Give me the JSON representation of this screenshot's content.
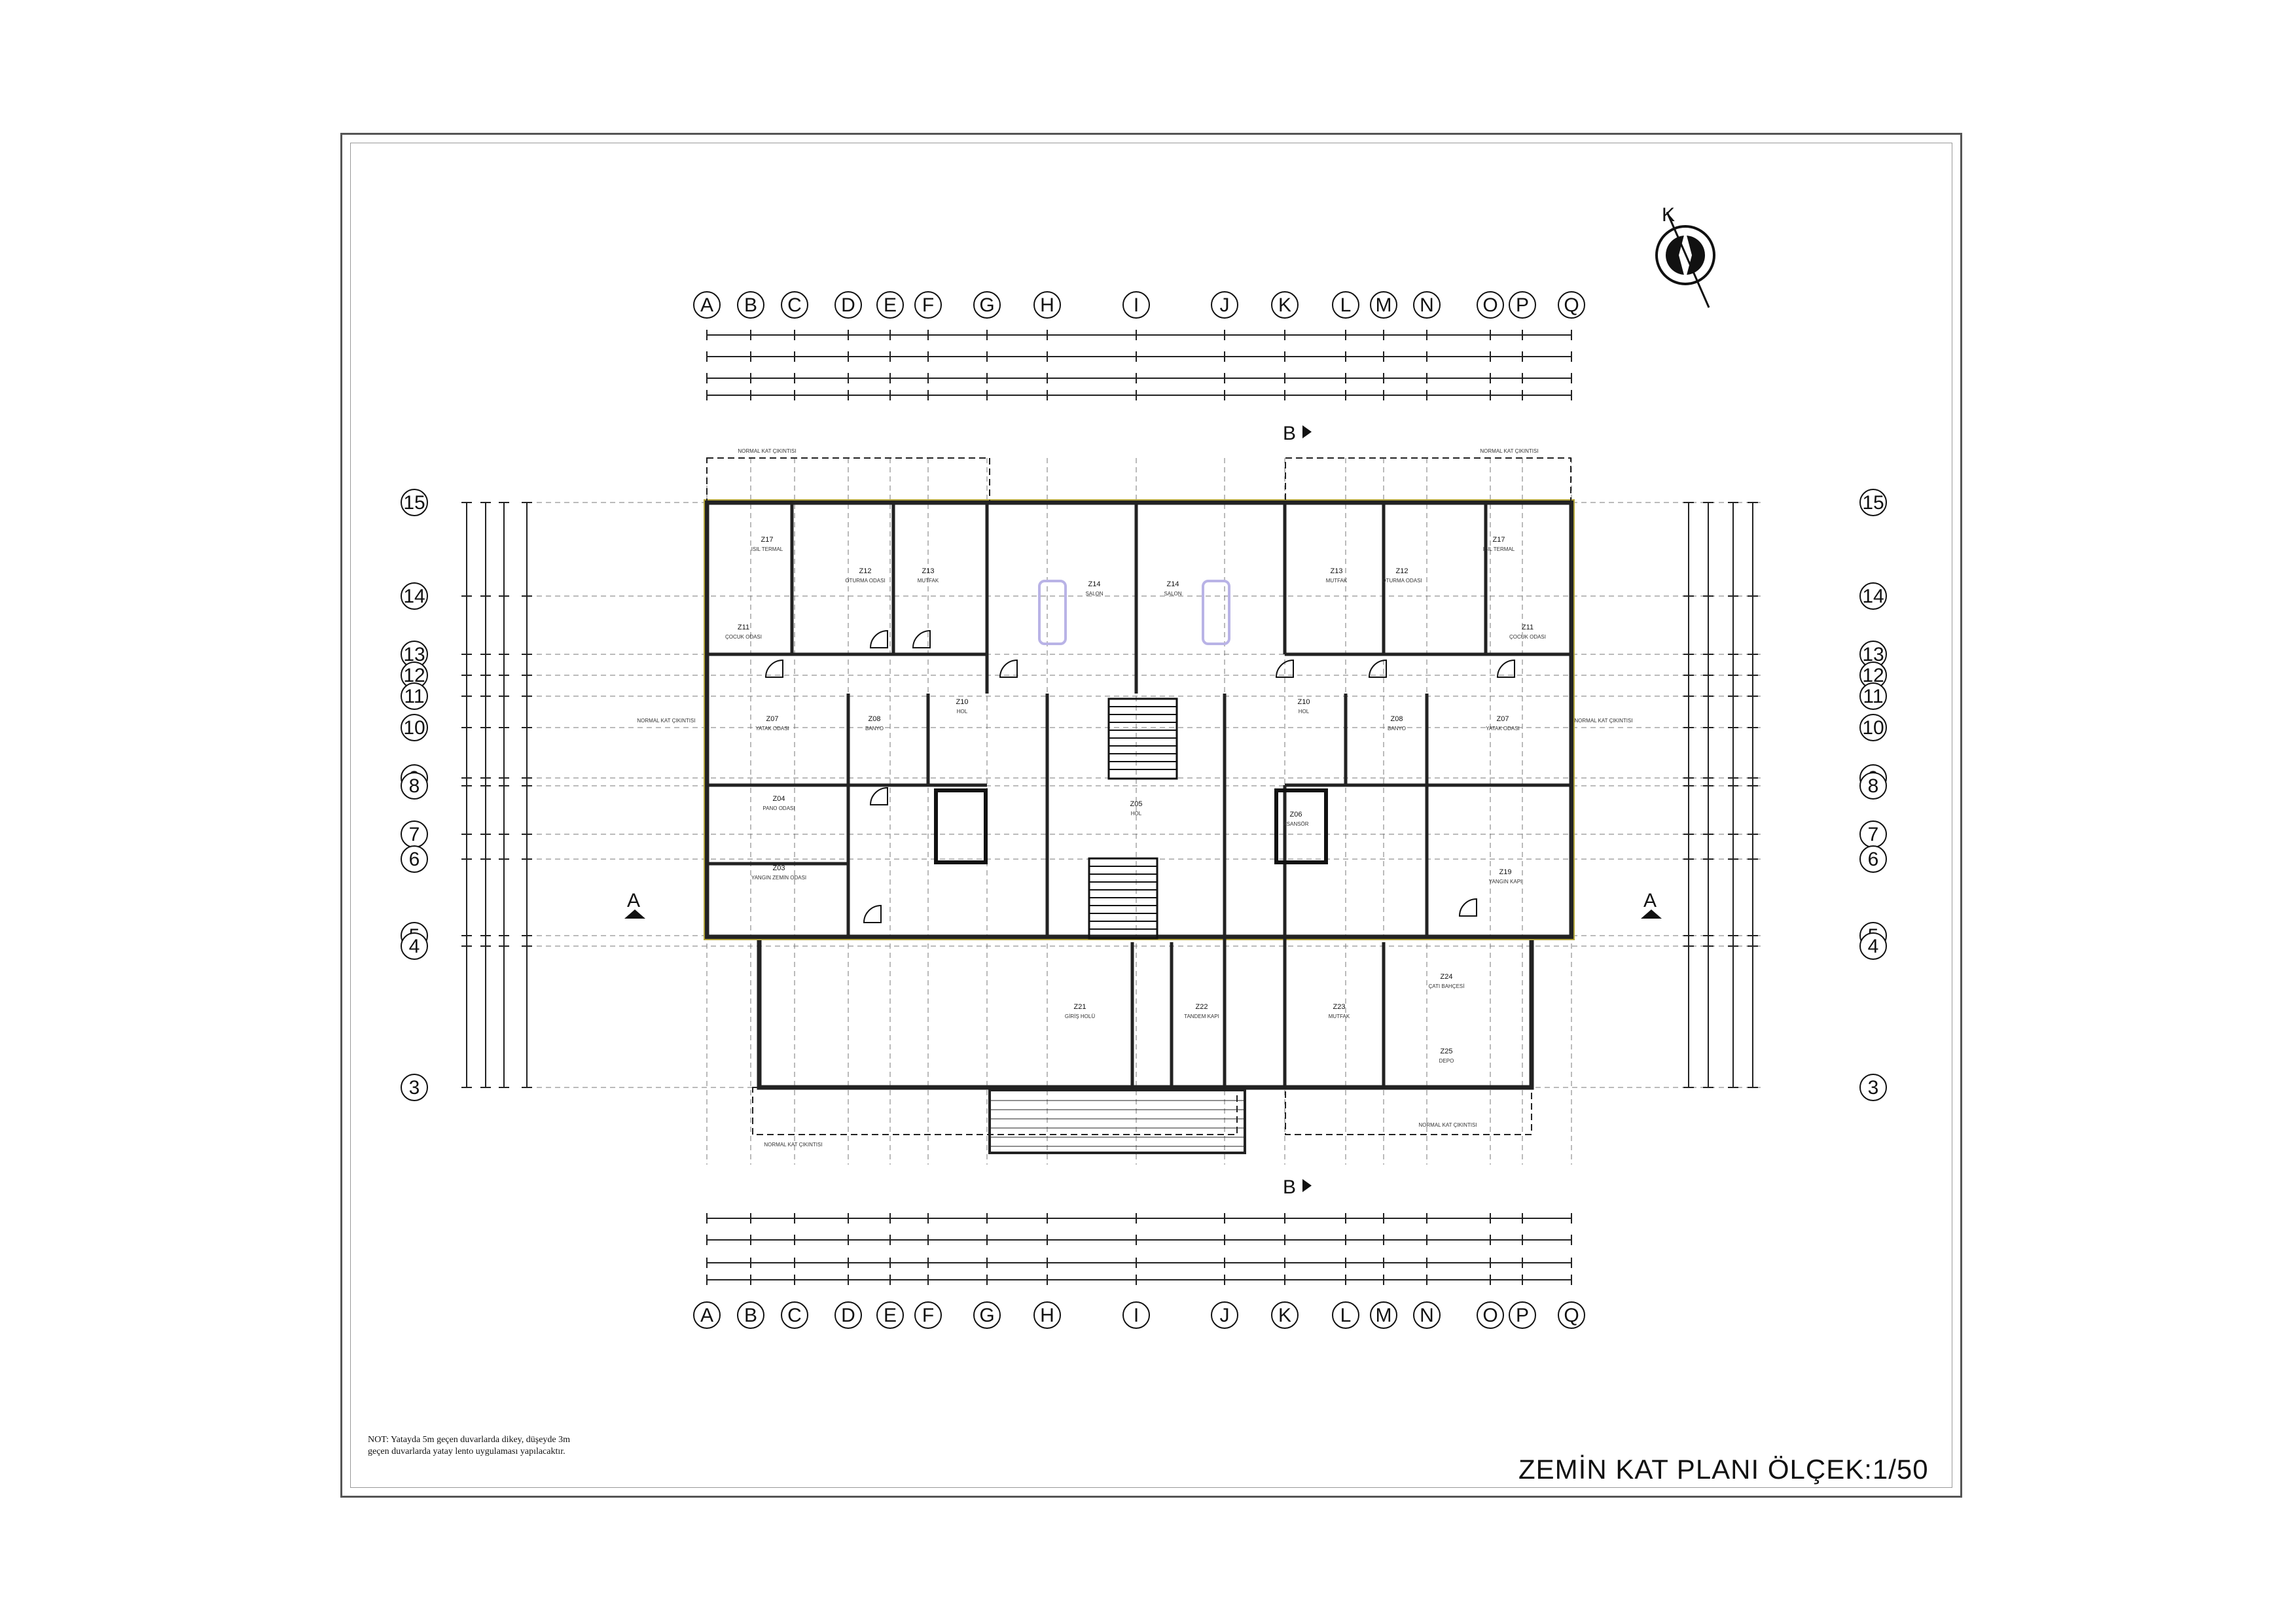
{
  "title": "ZEMİN KAT PLANI  ÖLÇEK:1/50",
  "note": "NOT: Yatayda 5m geçen duvarlarda dikey, düşeyde 3m geçen duvarlarda yatay lento uygulaması yapılacaktır.",
  "north_label": "K",
  "section_labels": {
    "A": "A",
    "B": "B"
  },
  "grid_columns": [
    "A",
    "B",
    "C",
    "D",
    "E",
    "F",
    "G",
    "H",
    "I",
    "J",
    "K",
    "L",
    "M",
    "N",
    "O",
    "P",
    "Q"
  ],
  "grid_rows": [
    "15",
    "14",
    "13",
    "12",
    "11",
    "10",
    "9",
    "8",
    "7",
    "6",
    "5",
    "4",
    "3"
  ],
  "rooms": [
    {
      "code": "Z17",
      "name": "ISIL TERMAL"
    },
    {
      "code": "Z12",
      "name": "OTURMA ODASI"
    },
    {
      "code": "Z13",
      "name": "MUTFAK"
    },
    {
      "code": "Z14",
      "name": "SALON"
    },
    {
      "code": "Z14",
      "name": "SALON"
    },
    {
      "code": "Z13",
      "name": "MUTFAK"
    },
    {
      "code": "Z12",
      "name": "OTURMA ODASI"
    },
    {
      "code": "Z17",
      "name": "ISIL TERMAL"
    },
    {
      "code": "Z11",
      "name": "ÇOCUK ODASI"
    },
    {
      "code": "Z11",
      "name": "ÇOCUK ODASI"
    },
    {
      "code": "Z07",
      "name": "YATAK ODASI"
    },
    {
      "code": "Z08",
      "name": "BANYO"
    },
    {
      "code": "Z10",
      "name": "HOL"
    },
    {
      "code": "Z10",
      "name": "HOL"
    },
    {
      "code": "Z08",
      "name": "BANYO"
    },
    {
      "code": "Z07",
      "name": "YATAK ODASI"
    },
    {
      "code": "Z04",
      "name": "PANO ODASI"
    },
    {
      "code": "Z03",
      "name": "YANGIN ZEMİN ODASI"
    },
    {
      "code": "Z05",
      "name": "HOL"
    },
    {
      "code": "Z19",
      "name": "YANGIN KAPI"
    },
    {
      "code": "Z21",
      "name": "GİRİŞ HOLÜ"
    },
    {
      "code": "Z22",
      "name": "TANDEM KAPI"
    },
    {
      "code": "Z23",
      "name": "MUTFAK"
    },
    {
      "code": "Z24",
      "name": "ÇATI BAHÇESİ"
    },
    {
      "code": "Z25",
      "name": "DEPO"
    },
    {
      "code": "Z06",
      "name": "ASANSÖR"
    }
  ],
  "annotations": [
    "NORMAL KAT ÇIKINTISI",
    "NORMAL KAT ÇIKINTISI",
    "NORMAL KAT ÇIKINTISI",
    "NORMAL KAT ÇIKINTISI",
    "NORMAL KAT ÇIKINTISI",
    "NORMAL KAT ÇIKINTISI"
  ],
  "colors": {
    "line": "#1a1a1a",
    "wall": "#222222",
    "accent": "#b3a43a",
    "grid": "#777777",
    "fill_purple": "#b9b3e6"
  }
}
